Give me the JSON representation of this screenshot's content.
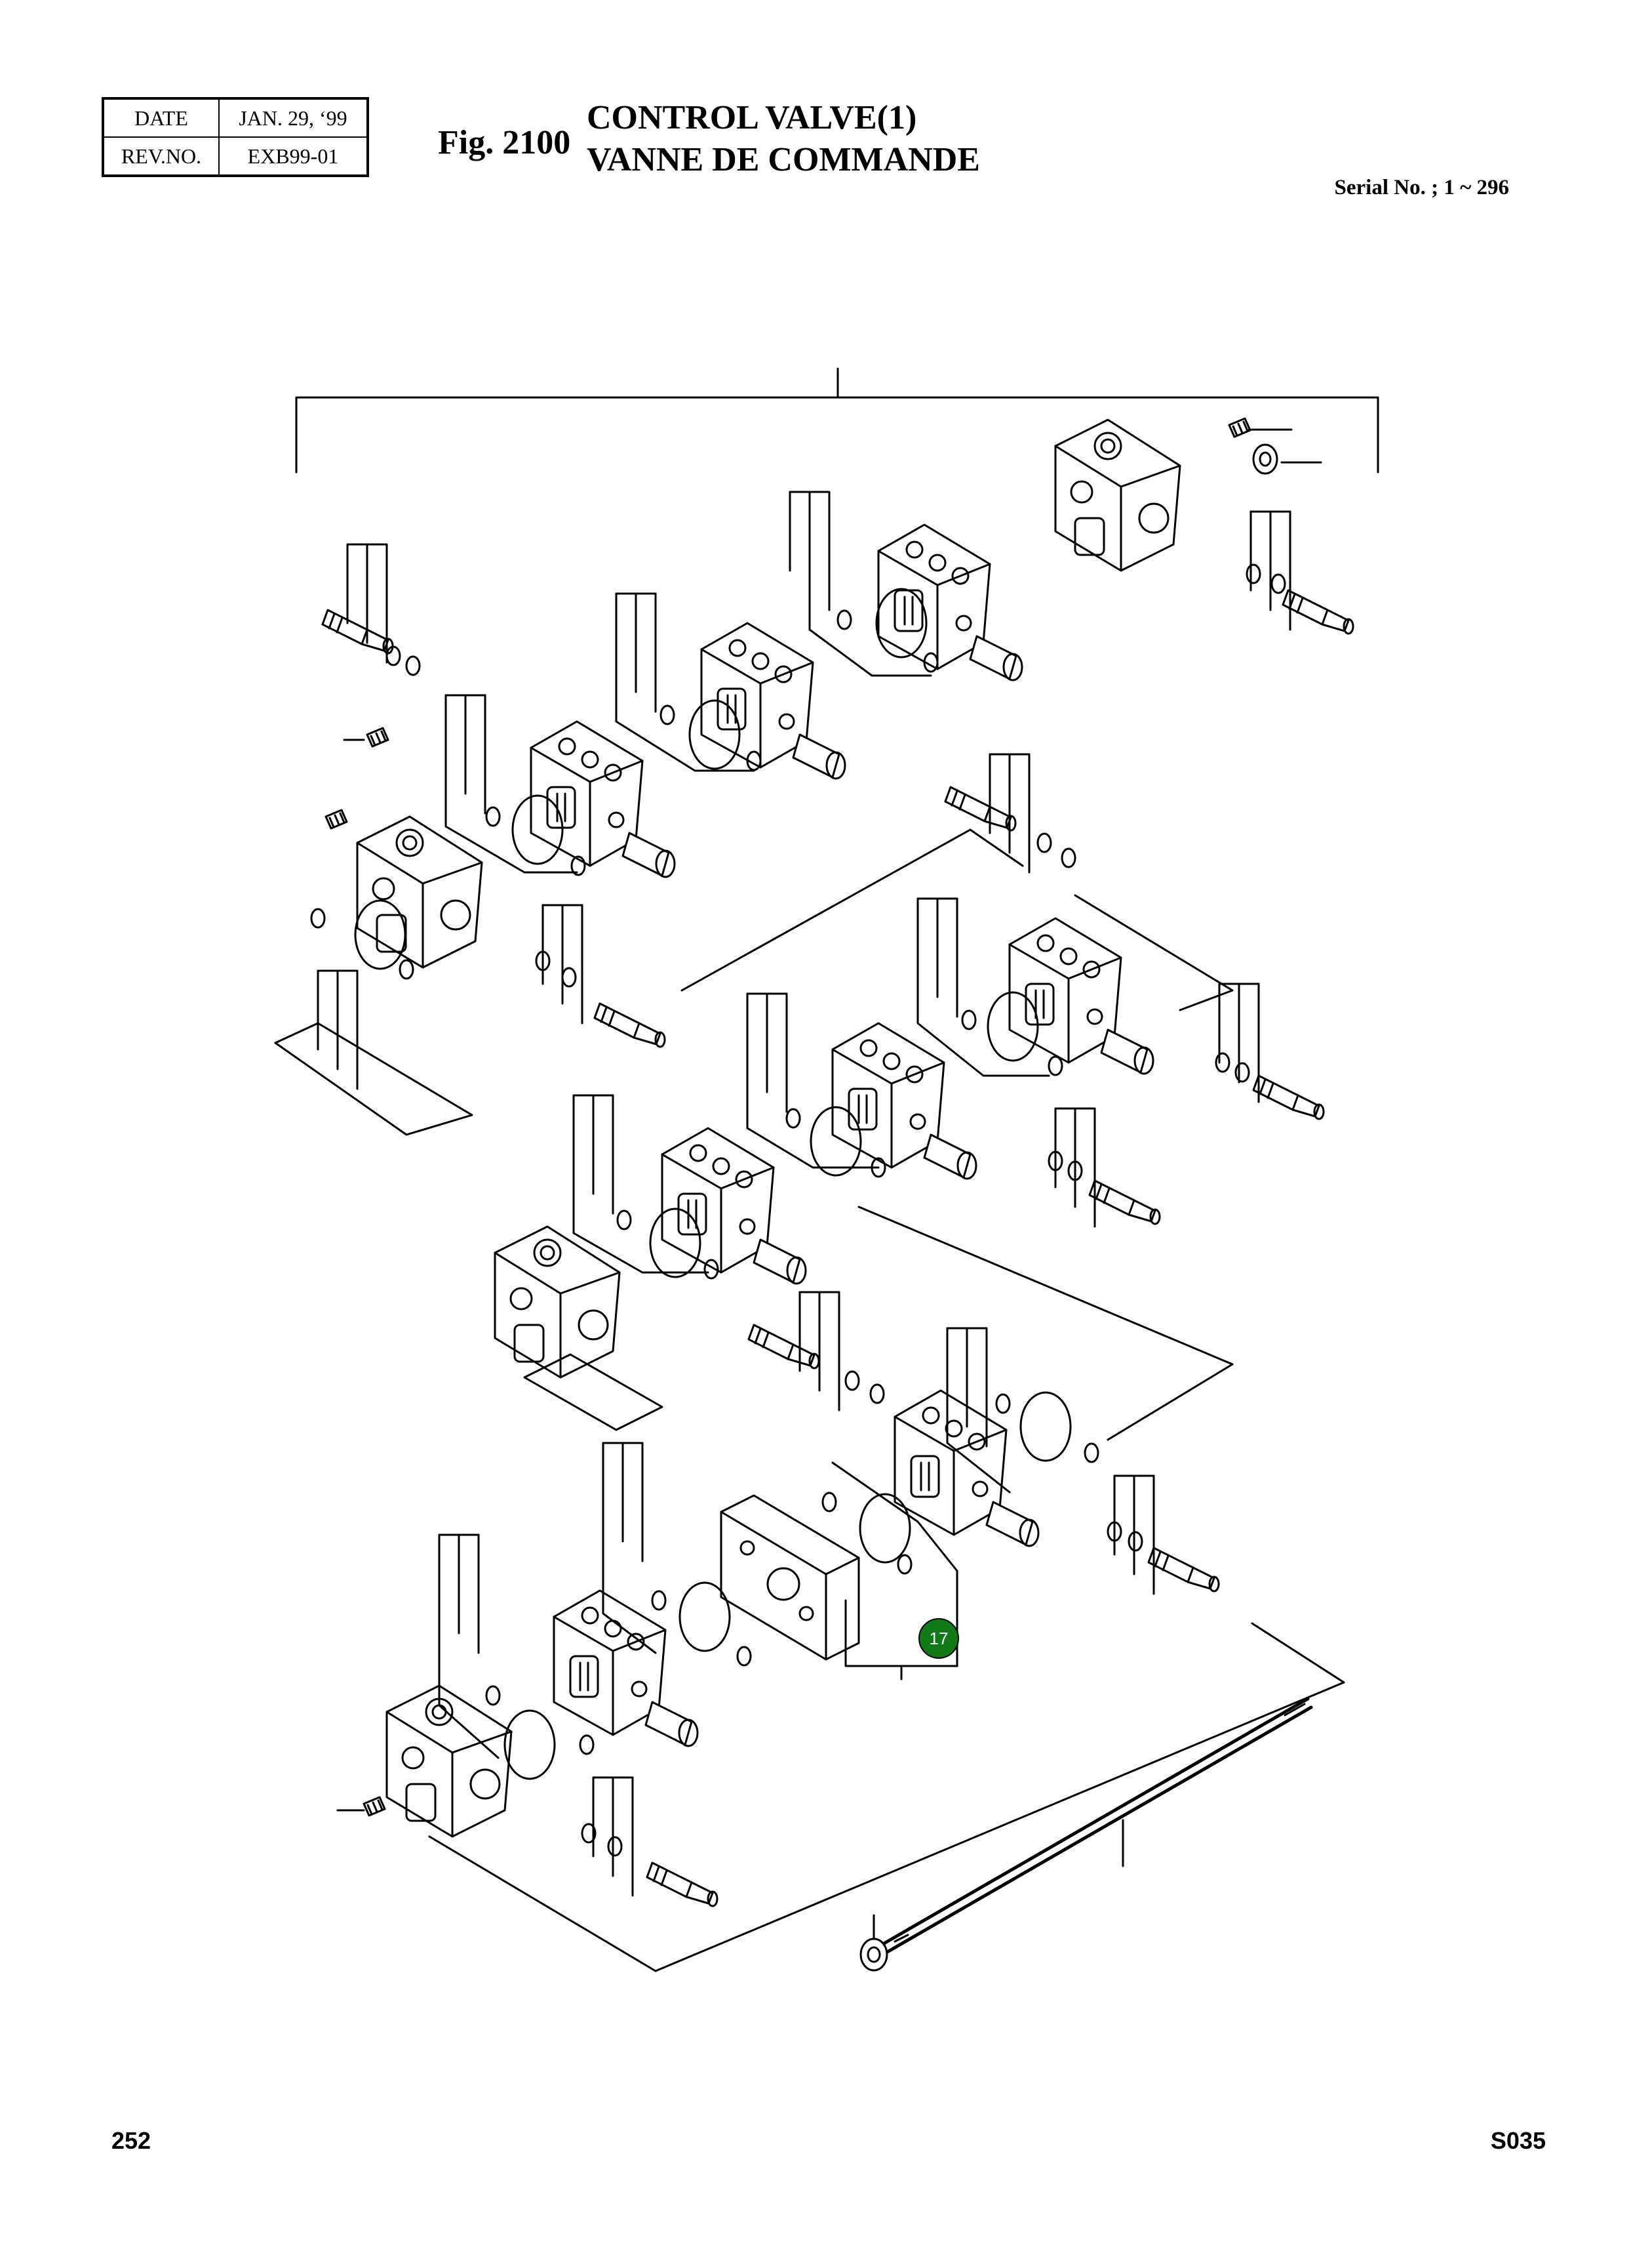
{
  "header": {
    "date_label": "DATE",
    "date_value": "JAN. 29, ‘99",
    "rev_label": "REV.NO.",
    "rev_value": "EXB99-01",
    "fig_number": "Fig. 2100",
    "title_en": "CONTROL VALVE(1)",
    "title_fr": "VANNE DE COMMANDE",
    "serial": "Serial No. ; 1 ~ 296"
  },
  "footer": {
    "page_number": "252",
    "doc_code": "S035"
  },
  "callouts": [
    {
      "label": "17",
      "color": "#0f7a16"
    }
  ]
}
